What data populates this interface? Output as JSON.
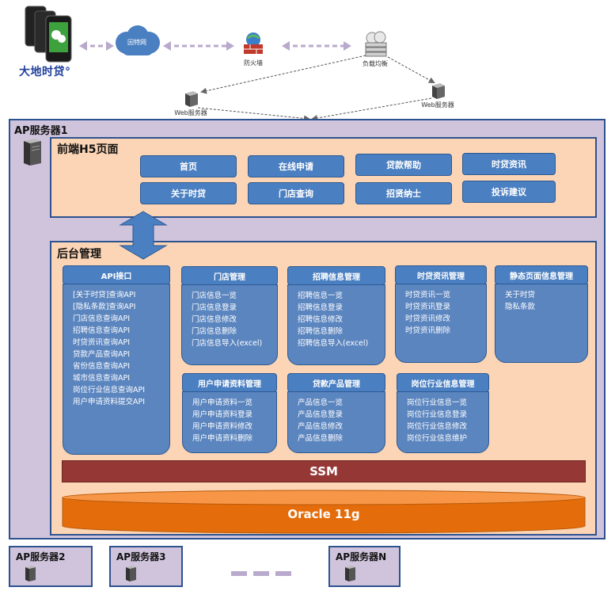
{
  "topology": {
    "brand": "大地时贷°",
    "internet": "因特网",
    "firewall": "防火墙",
    "load_balancer": "负载均衡",
    "web_server_1": "Web服务器",
    "web_server_2": "Web服务器"
  },
  "server1": {
    "title": "AP服务器1",
    "frontend": {
      "title": "前端H5页面",
      "buttons": [
        "首页",
        "在线申请",
        "贷款帮助",
        "时贷资讯",
        "关于时贷",
        "门店查询",
        "招贤纳士",
        "投诉建议"
      ]
    },
    "backend": {
      "title": "后台管理",
      "api": {
        "title": "API接口",
        "items": [
          "[关于时贷]查询API",
          "[隐私条款]查询API",
          "门店信息查询API",
          "招聘信息查询API",
          "时贷资讯查询API",
          "贷款产品查询API",
          "省份信息查询API",
          "城市信息查询API",
          "岗位行业信息查询API",
          "用户申请资料提交API"
        ]
      },
      "store": {
        "title": "门店管理",
        "items": [
          "门店信息一览",
          "门店信息登录",
          "门店信息修改",
          "门店信息删除",
          "门店信息导入(excel)"
        ]
      },
      "recruit": {
        "title": "招聘信息管理",
        "items": [
          "招聘信息一览",
          "招聘信息登录",
          "招聘信息修改",
          "招聘信息删除",
          "招聘信息导入(excel)"
        ]
      },
      "news": {
        "title": "时贷资讯管理",
        "items": [
          "时贷资讯一览",
          "时贷资讯登录",
          "时贷资讯修改",
          "时贷资讯删除"
        ]
      },
      "static_page": {
        "title": "静态页面信息管理",
        "items": [
          "关于时贷",
          "隐私条款"
        ]
      },
      "user_app": {
        "title": "用户申请资料管理",
        "items": [
          "用户申请资料一览",
          "用户申请资料登录",
          "用户申请资料修改",
          "用户申请资料删除"
        ]
      },
      "loan_product": {
        "title": "贷款产品管理",
        "items": [
          "产品信息一览",
          "产品信息登录",
          "产品信息修改",
          "产品信息删除"
        ]
      },
      "industry": {
        "title": "岗位行业信息管理",
        "items": [
          "岗位行业信息一览",
          "岗位行业信息登录",
          "岗位行业信息修改",
          "岗位行业信息维护"
        ]
      },
      "framework": "SSM",
      "database": "Oracle 11g"
    }
  },
  "other_servers": [
    "AP服务器2",
    "AP服务器3",
    "AP服务器N"
  ],
  "colors": {
    "server_bg": "#cfc4dc",
    "panel_bg": "#fbd5b5",
    "module_blue": "#4a7fc1",
    "ssm_red": "#953735",
    "oracle_orange": "#e46c0a"
  }
}
